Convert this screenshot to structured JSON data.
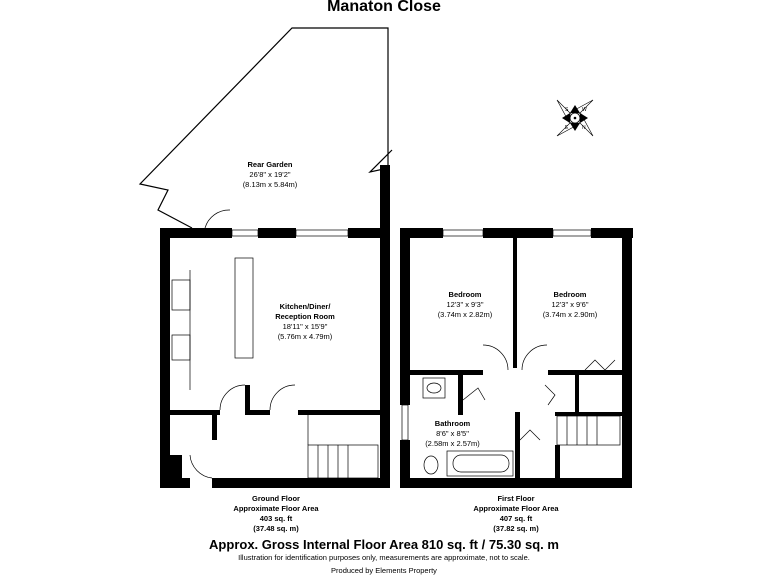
{
  "title": "Manaton Close",
  "compass": {
    "letters": [
      "S",
      "W",
      "E",
      "N"
    ]
  },
  "rooms": {
    "garden": {
      "name": "Rear Garden",
      "imperial": "26'8\" x 19'2\"",
      "metric": "(8.13m x 5.84m)"
    },
    "kitchen": {
      "name1": "Kitchen/Diner/",
      "name2": "Reception Room",
      "imperial": "18'11\" x 15'9\"",
      "metric": "(5.76m x 4.79m)"
    },
    "bedroom1": {
      "name": "Bedroom",
      "imperial": "12'3\" x 9'3\"",
      "metric": "(3.74m x 2.82m)"
    },
    "bedroom2": {
      "name": "Bedroom",
      "imperial": "12'3\" x 9'6\"",
      "metric": "(3.74m x 2.90m)"
    },
    "bathroom": {
      "name": "Bathroom",
      "imperial": "8'6\" x 8'5\"",
      "metric": "(2.58m x 2.57m)"
    }
  },
  "floors": {
    "ground": {
      "name": "Ground Floor",
      "label": "Approximate Floor Area",
      "sqft": "403 sq. ft",
      "sqm": "(37.48 sq. m)"
    },
    "first": {
      "name": "First Floor",
      "label": "Approximate Floor Area",
      "sqft": "407 sq. ft",
      "sqm": "(37.82 sq. m)"
    }
  },
  "gross_area": "Approx. Gross Internal Floor Area 810 sq. ft / 75.30 sq. m",
  "disclaimer": "Illustration for identification purposes only, measurements are approximate, not to scale.",
  "producer": "Produced by Elements Property"
}
